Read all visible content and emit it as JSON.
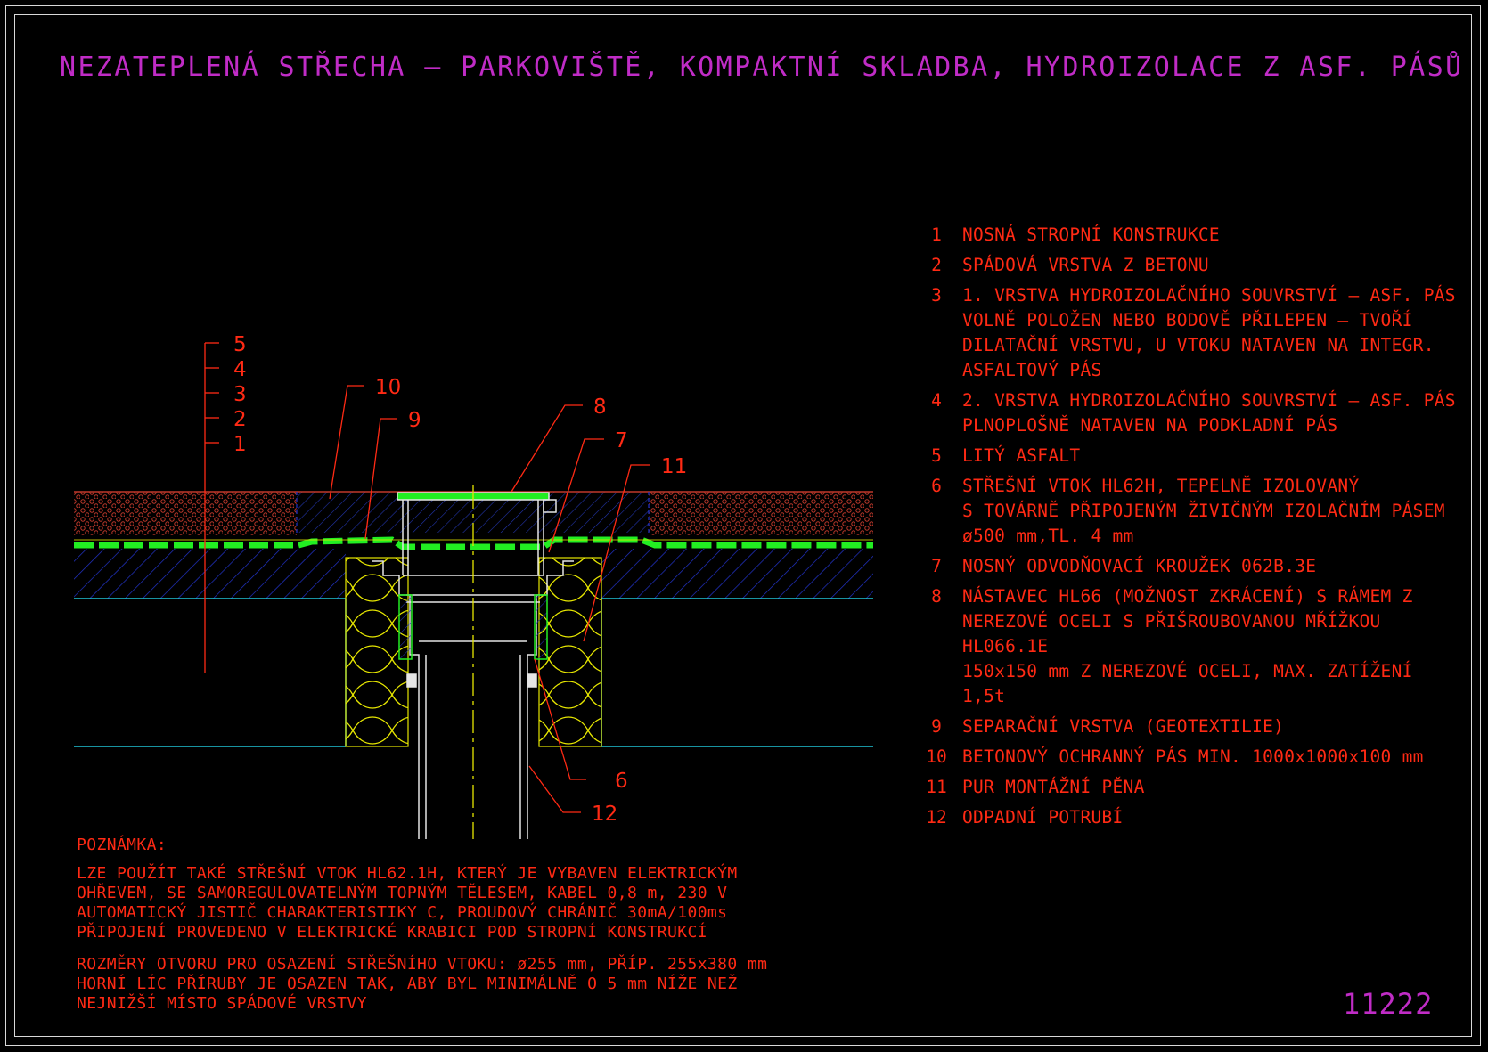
{
  "title": "NEZATEPLENÁ STŘECHA – PARKOVIŠTĚ, KOMPAKTNÍ SKLADBA, HYDROIZOLACE Z ASF. PÁSŮ",
  "drawing_number": "11222",
  "callouts": {
    "c1": "1",
    "c2": "2",
    "c3": "3",
    "c4": "4",
    "c5": "5",
    "c6": "6",
    "c7": "7",
    "c8": "8",
    "c9": "9",
    "c10": "10",
    "c11": "11",
    "c12": "12"
  },
  "legend": [
    {
      "num": "1",
      "text": "NOSNÁ STROPNÍ KONSTRUKCE"
    },
    {
      "num": "2",
      "text": "SPÁDOVÁ VRSTVA Z BETONU"
    },
    {
      "num": "3",
      "text": "1. VRSTVA HYDROIZOLAČNÍHO SOUVRSTVÍ – ASF. PÁS\nVOLNĚ POLOŽEN NEBO BODOVĚ PŘILEPEN – TVOŘÍ\nDILATAČNÍ VRSTVU, U VTOKU NATAVEN NA INTEGR.\nASFALTOVÝ PÁS"
    },
    {
      "num": "4",
      "text": "2. VRSTVA HYDROIZOLAČNÍHO SOUVRSTVÍ – ASF. PÁS\nPLNOPLOŠNĚ NATAVEN NA PODKLADNÍ PÁS"
    },
    {
      "num": "5",
      "text": "LITÝ ASFALT"
    },
    {
      "num": "6",
      "text": "STŘEŠNÍ VTOK HL62H, TEPELNĚ IZOLOVANÝ\nS TOVÁRNĚ PŘIPOJENÝM ŽIVIČNÝM IZOLAČNÍM PÁSEM\nø500 mm,TL. 4 mm"
    },
    {
      "num": "7",
      "text": "NOSNÝ ODVODŇOVACÍ KROUŽEK 062B.3E"
    },
    {
      "num": "8",
      "text": "NÁSTAVEC HL66 (MOŽNOST ZKRÁCENÍ) S RÁMEM Z\nNEREZOVÉ OCELI S PŘIŠROUBOVANOU MŘÍŽKOU HL066.1E\n150x150 mm Z NEREZOVÉ OCELI, MAX. ZATÍŽENÍ 1,5t"
    },
    {
      "num": "9",
      "text": "SEPARAČNÍ VRSTVA (GEOTEXTILIE)"
    },
    {
      "num": "10",
      "text": "BETONOVÝ OCHRANNÝ PÁS MIN. 1000x1000x100 mm"
    },
    {
      "num": "11",
      "text": "PUR MONTÁŽNÍ PĚNA"
    },
    {
      "num": "12",
      "text": "ODPADNÍ POTRUBÍ"
    }
  ],
  "note": {
    "heading": "POZNÁMKA:",
    "paragraph1": "LZE POUŽÍT TAKÉ STŘEŠNÍ VTOK HL62.1H, KTERÝ JE VYBAVEN ELEKTRICKÝM\nOHŘEVEM, SE SAMOREGULOVATELNÝM TOPNÝM TĚLESEM, KABEL 0,8 m, 230 V\nAUTOMATICKÝ JISTIČ CHARAKTERISTIKY C, PROUDOVÝ CHRÁNIČ 30mA/100ms\nPŘIPOJENÍ PROVEDENO V ELEKTRICKÉ KRABICI POD STROPNÍ KONSTRUKCÍ",
    "paragraph2": "ROZMĚRY OTVORU PRO OSAZENÍ STŘEŠNÍHO VTOKU: ø255 mm, PŘÍP. 255x380 mm\nHORNÍ LÍC PŘÍRUBY JE OSAZEN TAK, ABY BYL MINIMÁLNĚ O 5 mm NÍŽE NEŽ\nNEJNIŽŠÍ MÍSTO SPÁDOVÉ VRSTVY"
  },
  "colors": {
    "background": "#000000",
    "title": "#c02cc6",
    "text": "#ff2a14",
    "asphalt_hatch": "#c0392b",
    "concrete_hatch": "#2233cc",
    "membrane": "#22ee22",
    "insulation": "#e6e600",
    "slab_line": "#21c4d6",
    "axis": "#e6e600"
  }
}
